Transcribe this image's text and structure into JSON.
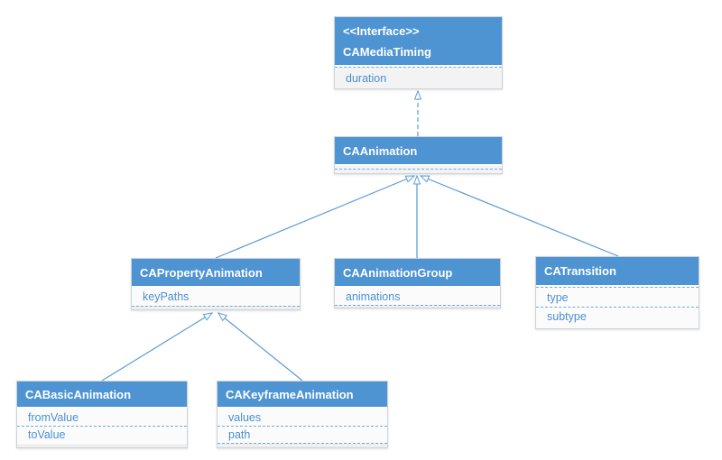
{
  "diagram": {
    "type": "uml-class-diagram",
    "colors": {
      "header_blue": "#4e93d2",
      "header_text": "#ffffff",
      "attribute_text": "#4a90d2",
      "connector_blue": "#5b9bd5",
      "dashed_separator": "#74a9dc",
      "box_border": "#cfd3d8",
      "page_background": "#ffffff"
    },
    "classes": [
      {
        "id": "camediatiming",
        "stereotype": "<<Interface>>",
        "name": "CAMediaTiming",
        "attributes": [
          "duration"
        ]
      },
      {
        "id": "caanimation",
        "name": "CAAnimation",
        "attributes": []
      },
      {
        "id": "capropertyanimation",
        "name": "CAPropertyAnimation",
        "attributes": [
          "keyPaths"
        ]
      },
      {
        "id": "caanimationgroup",
        "name": "CAAnimationGroup",
        "attributes": [
          "animations"
        ]
      },
      {
        "id": "catransition",
        "name": "CATransition",
        "attributes": [
          "type",
          "subtype"
        ]
      },
      {
        "id": "cabasicanimation",
        "name": "CABasicAnimation",
        "attributes": [
          "fromValue",
          "toValue"
        ]
      },
      {
        "id": "cakeyframeanimation",
        "name": "CAKeyframeAnimation",
        "attributes": [
          "values",
          "path"
        ]
      }
    ],
    "relations": [
      {
        "from": "CAAnimation",
        "to": "CAMediaTiming",
        "type": "realization"
      },
      {
        "from": "CAPropertyAnimation",
        "to": "CAAnimation",
        "type": "generalization"
      },
      {
        "from": "CAAnimationGroup",
        "to": "CAAnimation",
        "type": "generalization"
      },
      {
        "from": "CATransition",
        "to": "CAAnimation",
        "type": "generalization"
      },
      {
        "from": "CABasicAnimation",
        "to": "CAPropertyAnimation",
        "type": "generalization"
      },
      {
        "from": "CAKeyframeAnimation",
        "to": "CAPropertyAnimation",
        "type": "generalization"
      }
    ]
  }
}
